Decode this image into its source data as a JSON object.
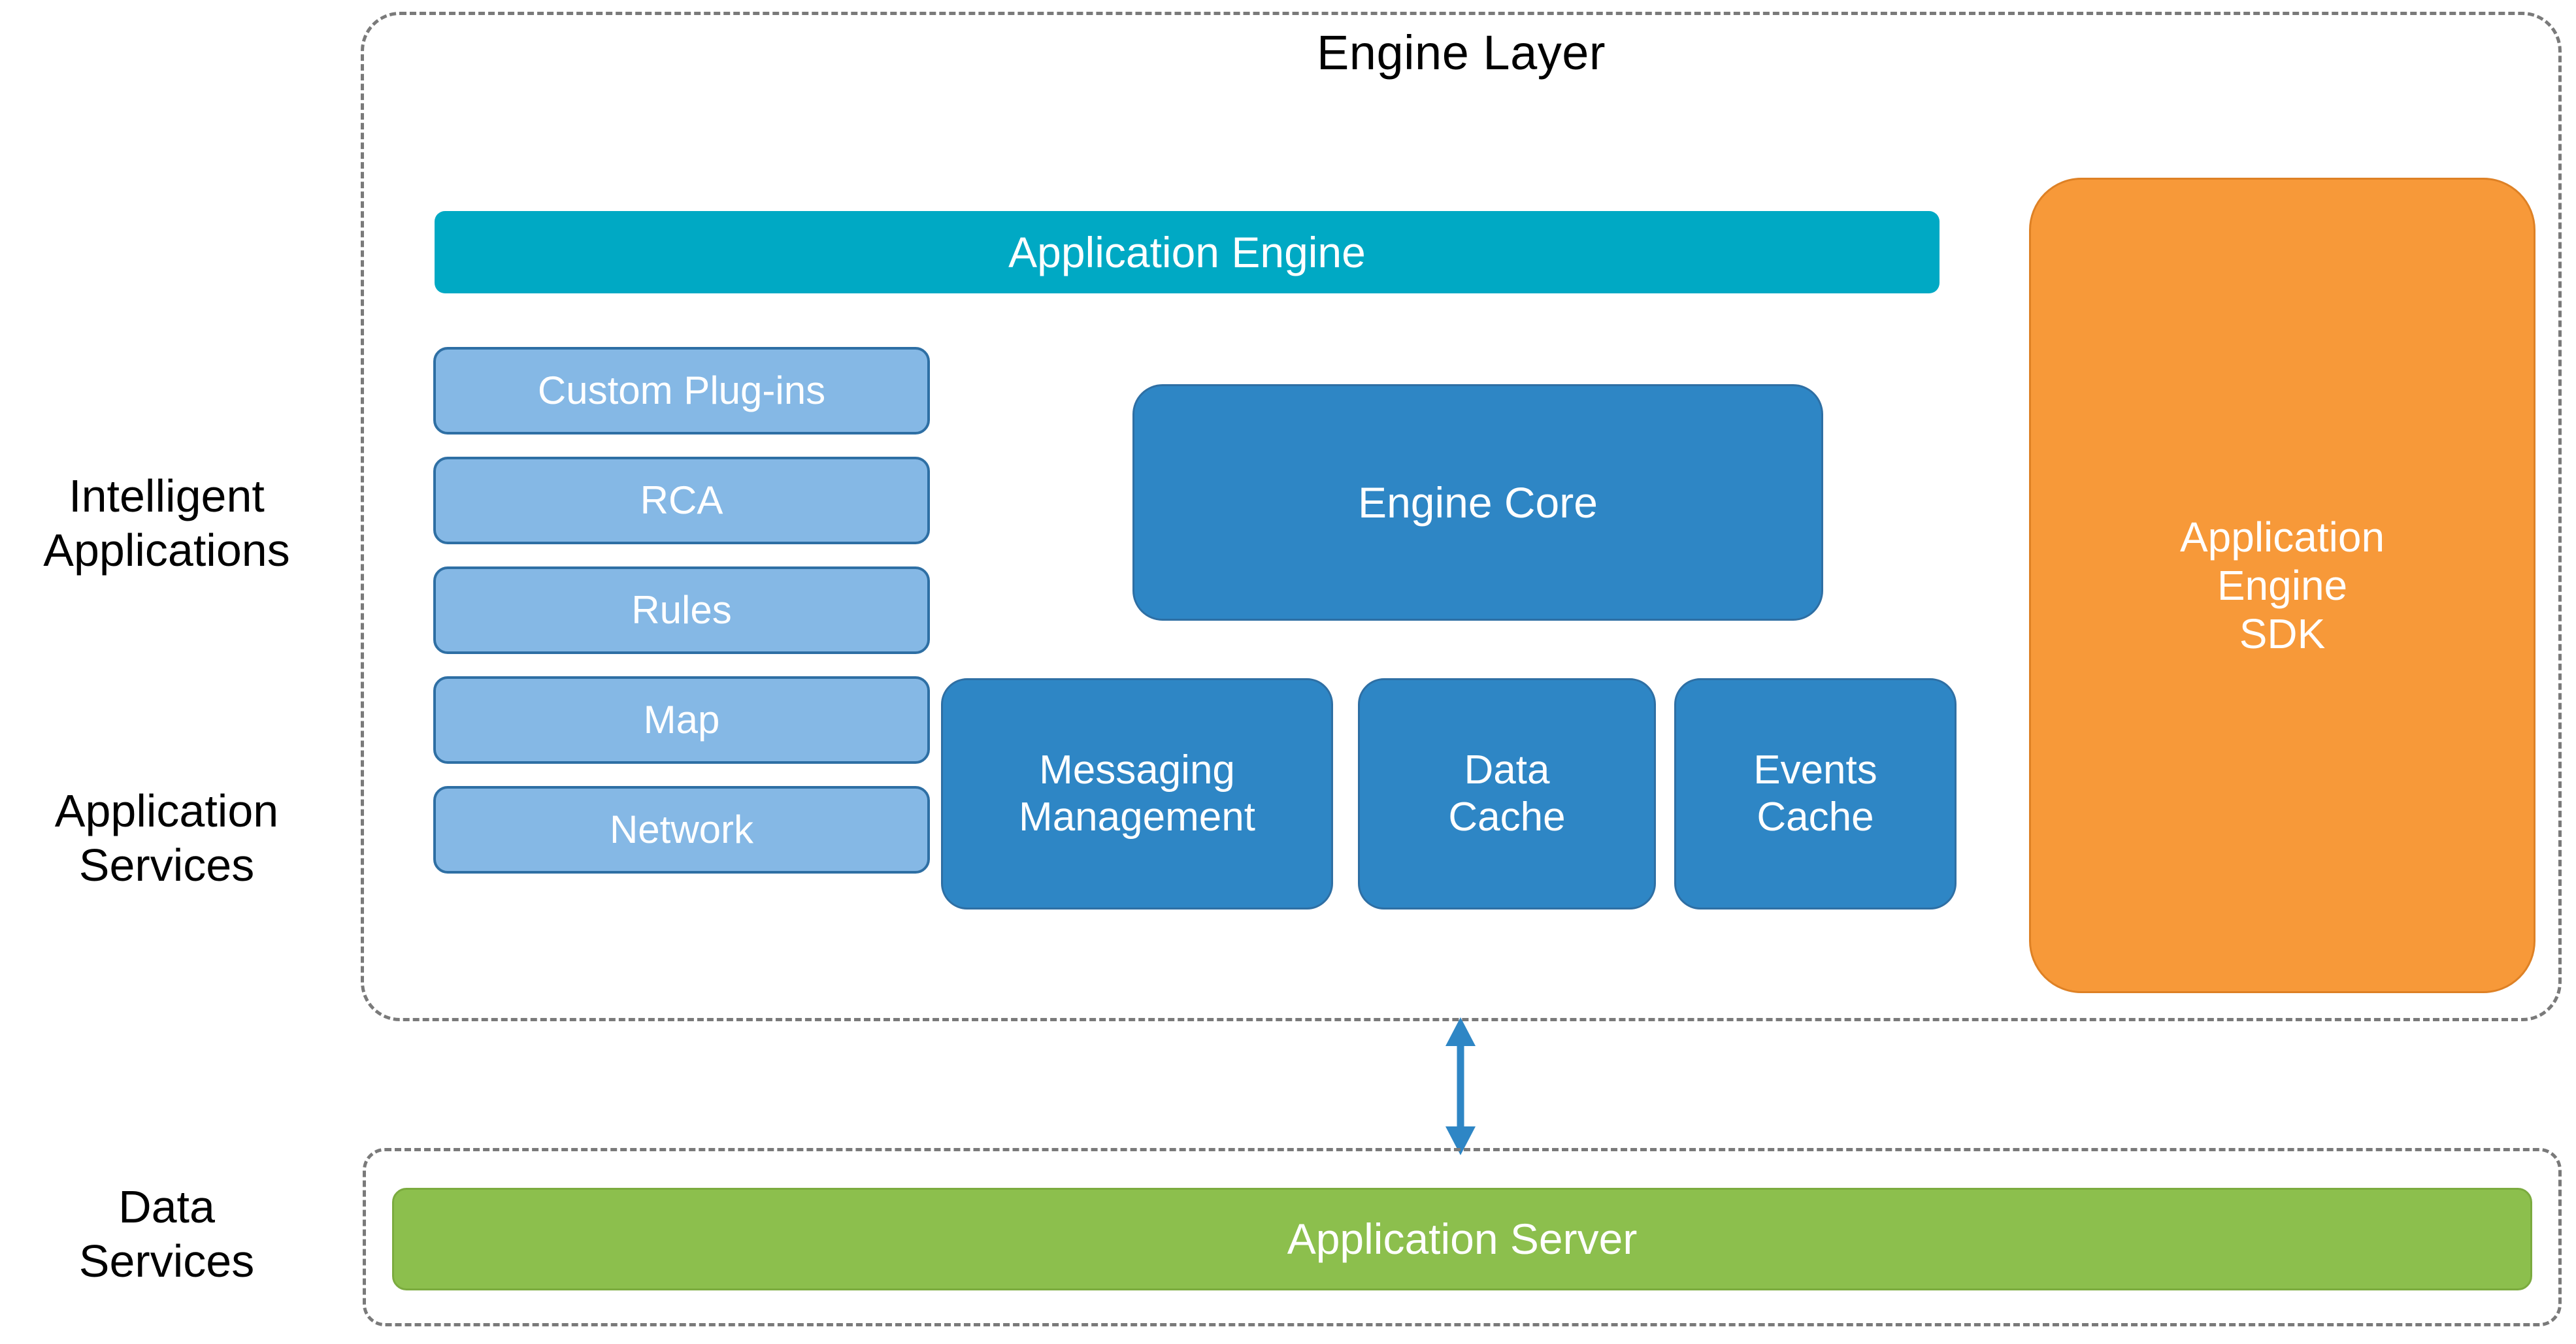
{
  "diagram": {
    "title": "Engine Layer",
    "row_labels": [
      {
        "id": "intelligent-applications",
        "text": "Intelligent\nApplications"
      },
      {
        "id": "application-services",
        "text": "Application\nServices"
      },
      {
        "id": "data-services",
        "text": "Data\nServices"
      }
    ],
    "engine_layer": {
      "title": "Engine Layer",
      "application_engine": "Application Engine",
      "plugin_stack": [
        "Custom Plug-ins",
        "RCA",
        "Rules",
        "Map",
        "Network"
      ],
      "engine_core": "Engine Core",
      "services": [
        "Messaging\nManagement",
        "Data\nCache",
        "Events\nCache"
      ],
      "sdk": "Application\nEngine\nSDK"
    },
    "data_services": {
      "application_server": "Application Server"
    },
    "connector": {
      "name": "bidirectional-arrow",
      "direction": "both",
      "color": "#2E86C5"
    },
    "colors": {
      "application_engine_teal": "#00A9C4",
      "plugin_light_blue": "#85B8E5",
      "plugin_border_blue": "#2E6FA4",
      "core_blue": "#2E86C5",
      "sdk_orange": "#F79939",
      "server_green": "#8CBF4D",
      "dashed_gray": "#7A7A7A",
      "text_white": "#FFFFFF",
      "text_black": "#000000"
    }
  }
}
